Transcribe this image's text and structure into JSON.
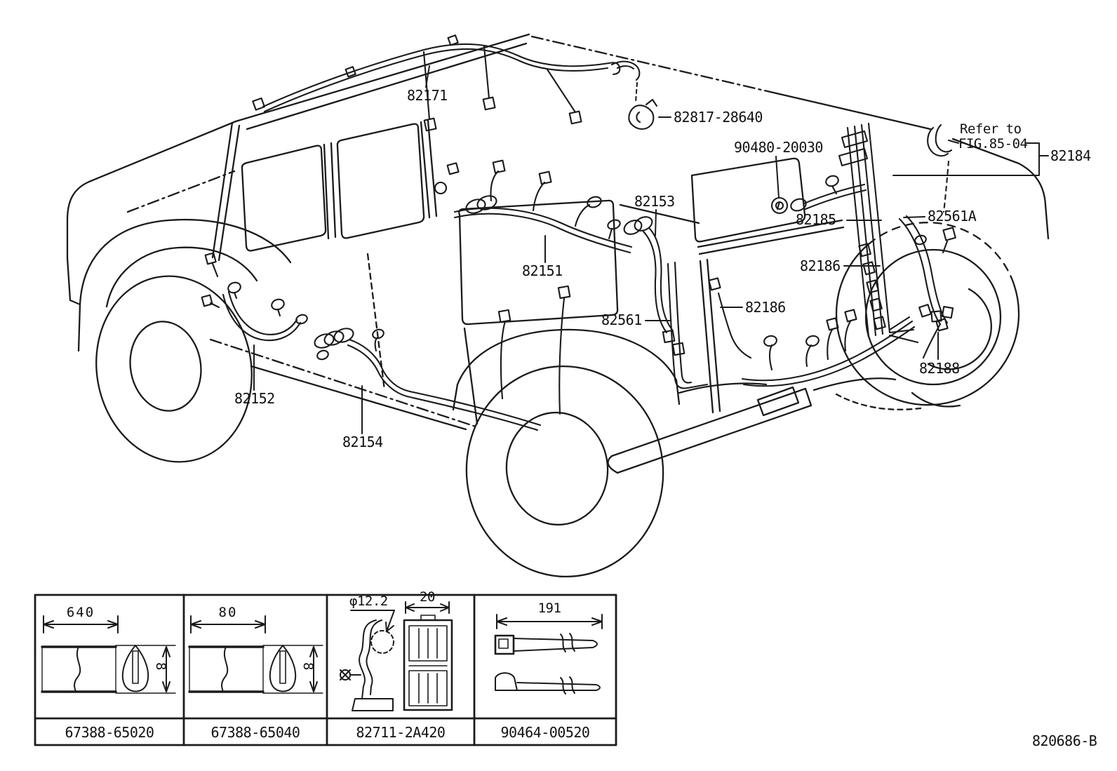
{
  "diagram": {
    "drawing_code": "820686-B",
    "reference_note": {
      "line1": "Refer to",
      "line2": "FIG.85-04"
    },
    "callouts": {
      "c82171": "82171",
      "c82817": "82817-28640",
      "c90480": "90480-20030",
      "c82184": "82184",
      "c82153": "82153",
      "c82185": "82185",
      "c82561a": "82561A",
      "c82186_rear": "82186",
      "c82151": "82151",
      "c82186_quarter": "82186",
      "c82561": "82561",
      "c82152": "82152",
      "c82154": "82154",
      "c82188": "82188"
    },
    "legend_table": {
      "cells": [
        {
          "part_number": "67388-65020",
          "dim_width": "640",
          "dim_height": "8"
        },
        {
          "part_number": "67388-65040",
          "dim_width": "80",
          "dim_height": "8"
        },
        {
          "part_number": "82711-2A420",
          "dim_diameter": "φ12.2",
          "dim_width": "20"
        },
        {
          "part_number": "90464-00520",
          "dim_length": "191"
        }
      ]
    }
  }
}
